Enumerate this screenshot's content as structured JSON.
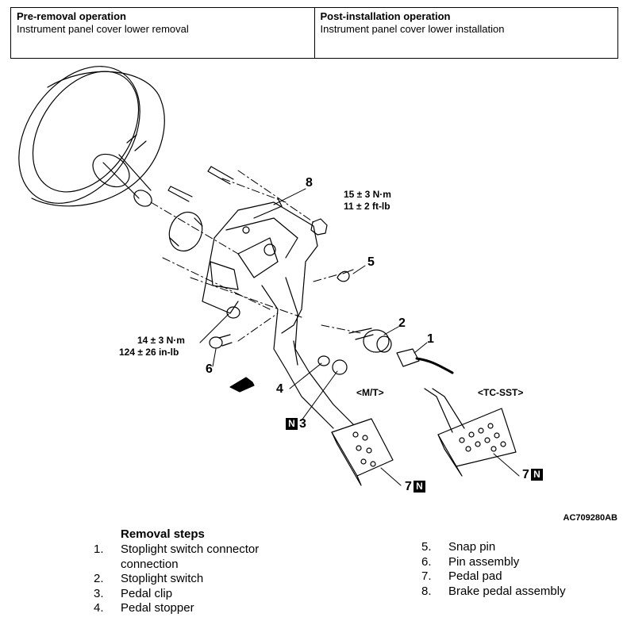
{
  "operations": {
    "pre": {
      "heading": "Pre-removal operation",
      "text": "Instrument panel cover lower removal"
    },
    "post": {
      "heading": "Post-installation operation",
      "text": "Instrument panel cover lower installation"
    }
  },
  "callouts": {
    "c1": "1",
    "c2": "2",
    "c3": "3",
    "c4": "4",
    "c5": "5",
    "c6": "6",
    "c7a": "7",
    "c7b": "7",
    "c8": "8",
    "n_mark": "N"
  },
  "torques": {
    "t1_metric": "15 ± 3 N·m",
    "t1_imperial": "11 ± 2 ft-lb",
    "t2_metric": "14 ± 3 N·m",
    "t2_imperial": "124 ± 26 in-lb"
  },
  "variants": {
    "mt": "<M/T>",
    "tcsst": "<TC-SST>"
  },
  "figure_code": "AC709280AB",
  "removal_steps": {
    "title": "Removal steps",
    "left": [
      {
        "num": "1.",
        "text": "Stoplight switch connector connection"
      },
      {
        "num": "2.",
        "text": "Stoplight switch"
      },
      {
        "num": "3.",
        "text": "Pedal clip"
      },
      {
        "num": "4.",
        "text": "Pedal stopper"
      }
    ],
    "right": [
      {
        "num": "5.",
        "text": "Snap pin"
      },
      {
        "num": "6.",
        "text": "Pin assembly"
      },
      {
        "num": "7.",
        "text": "Pedal pad"
      },
      {
        "num": "8.",
        "text": "Brake pedal assembly"
      }
    ]
  }
}
